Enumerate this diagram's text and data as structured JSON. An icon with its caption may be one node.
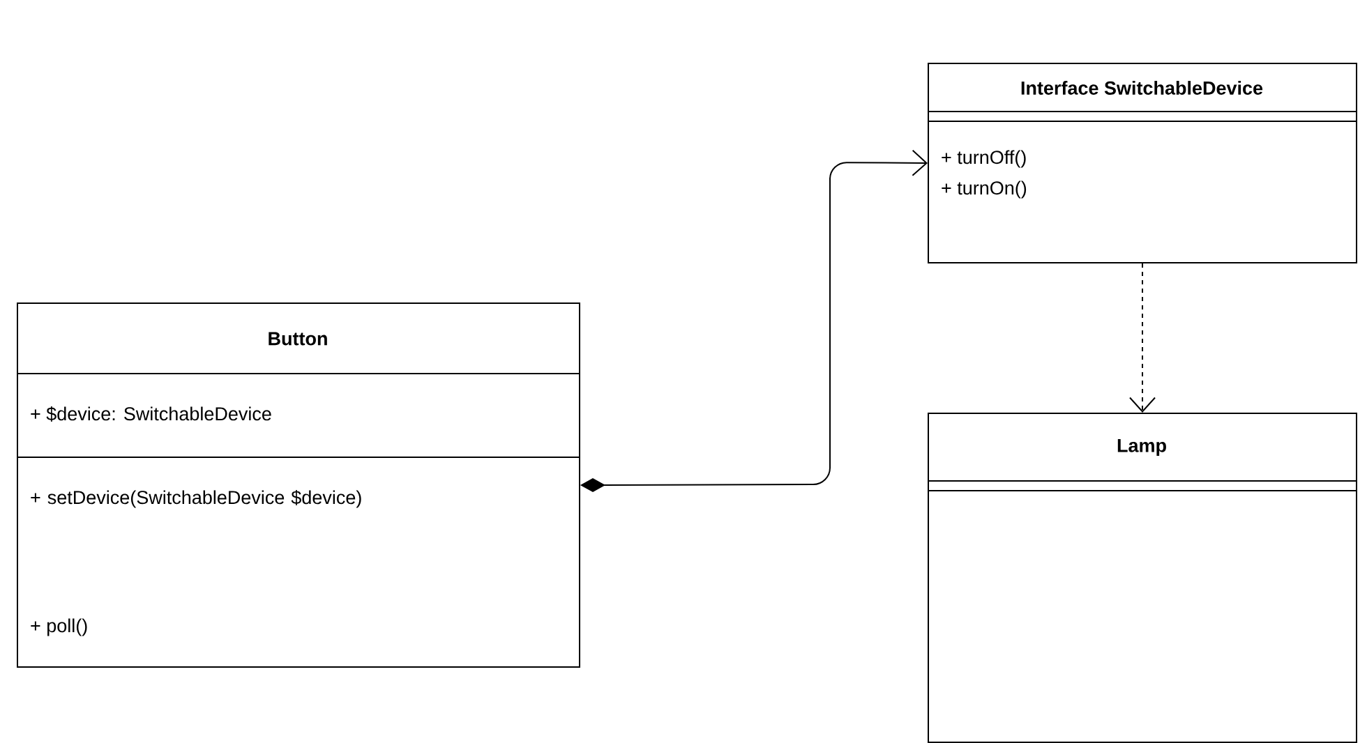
{
  "diagram": {
    "nodes": [
      {
        "text": [
          "Button",
          "+ $device: SwitchableDevice",
          "+ setDevice(SwitchableDevice $device)",
          "+ poll()"
        ]
      },
      {
        "text": [
          "Interface SwitchableDevice",
          "+ turnOff()",
          "+ turnOn()"
        ]
      },
      {
        "text": [
          "Lamp"
        ]
      }
    ],
    "edges": [
      {
        "from": 0,
        "to": 1,
        "arrow": "to"
      },
      {
        "from": 1,
        "to": 2,
        "arrow": "to",
        "style": "dashed"
      }
    ]
  }
}
